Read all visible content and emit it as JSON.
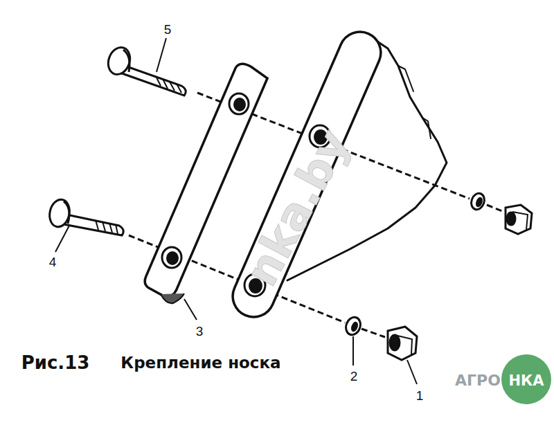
{
  "diagram": {
    "caption": "Крепление носка",
    "labels": [
      "5",
      "4",
      "3",
      "2",
      "1",
      "Рис.13",
      "nka.by",
      "АГРО",
      "НКА"
    ]
  }
}
